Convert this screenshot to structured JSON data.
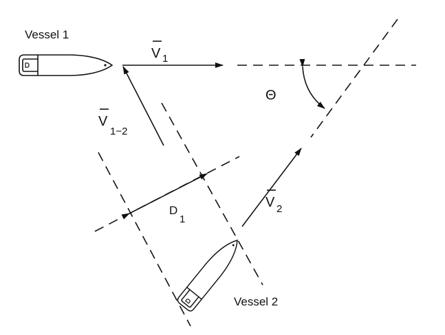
{
  "labels": {
    "vessel1": "Vessel 1",
    "vessel2": "Vessel 2",
    "v1": "V",
    "v1_sub": "1",
    "v12": "V",
    "v12_sub": "1−2",
    "v2": "V",
    "v2_sub": "2",
    "d1": "D",
    "d1_sub": "1",
    "theta": "Θ"
  }
}
